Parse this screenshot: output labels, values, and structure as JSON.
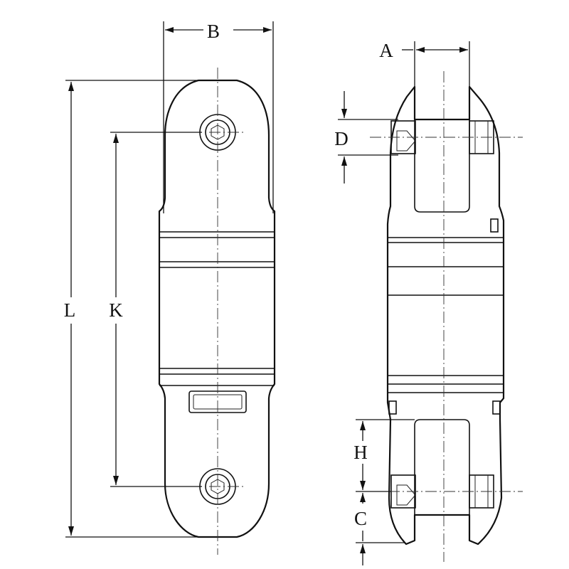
{
  "drawing": {
    "dimension_labels": {
      "B": "B",
      "L": "L",
      "K": "K",
      "A": "A",
      "D": "D",
      "H": "H",
      "C": "C"
    }
  }
}
